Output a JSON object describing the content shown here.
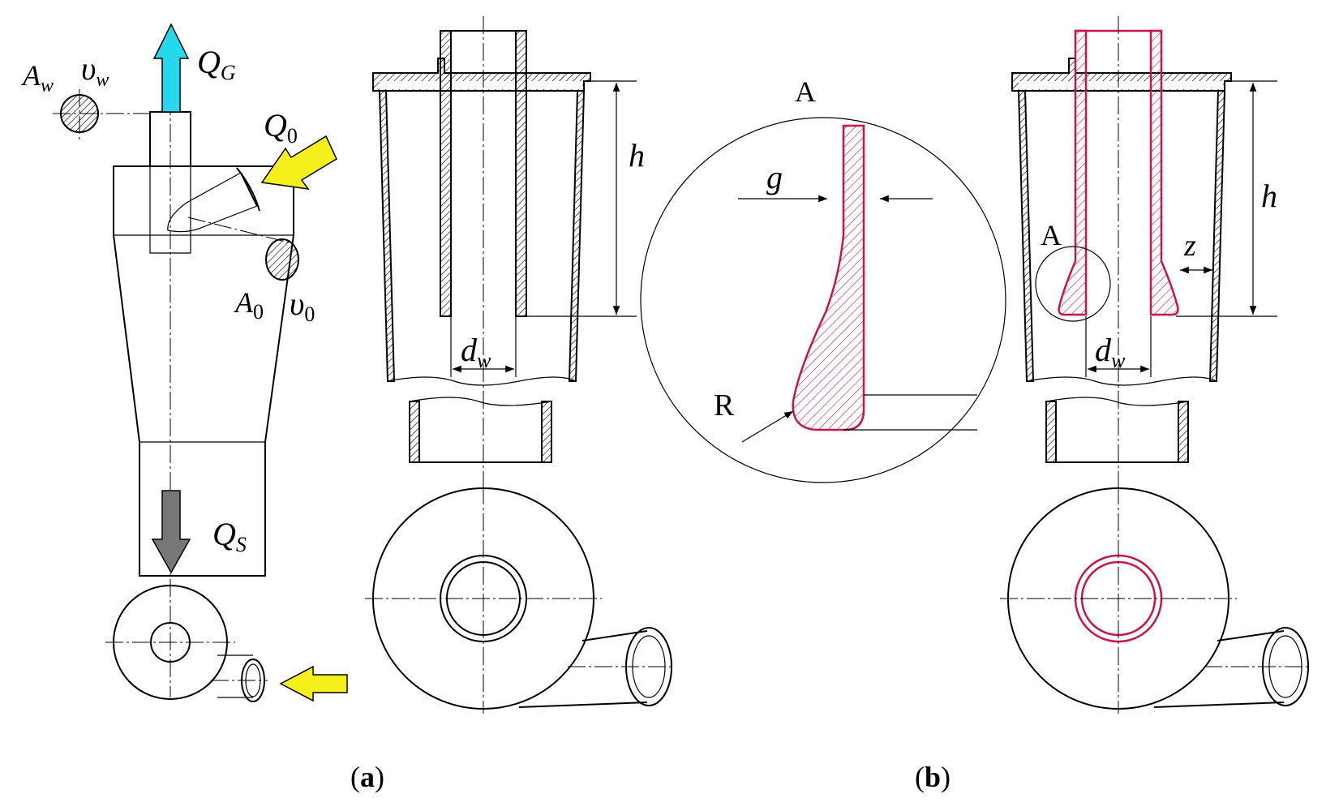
{
  "labels": {
    "aw": "A",
    "aw_sub": "w",
    "vw": "υ",
    "vw_sub": "w",
    "qg": "Q",
    "qg_sub": "G",
    "q0": "Q",
    "q0_sub": "0",
    "a0": "A",
    "a0_sub": "0",
    "v0": "υ",
    "v0_sub": "0",
    "qs": "Q",
    "qs_sub": "S",
    "h_a": "h",
    "dw_a": "d",
    "dw_a_sub": "w",
    "detail_a": "A",
    "g": "g",
    "r": "R",
    "h_b": "h",
    "z": "z",
    "detail_a_b": "A",
    "dw_b": "d",
    "dw_b_sub": "w",
    "caption_a_open": "(",
    "caption_a_letter": "a",
    "caption_a_close": ")",
    "caption_b_open": "(",
    "caption_b_letter": "b",
    "caption_b_close": ")"
  },
  "colors": {
    "gas_arrow": "#25d8ec",
    "feed_arrow": "#f5f01c",
    "solids_arrow": "#777777",
    "modified_outline": "#c8164a"
  }
}
